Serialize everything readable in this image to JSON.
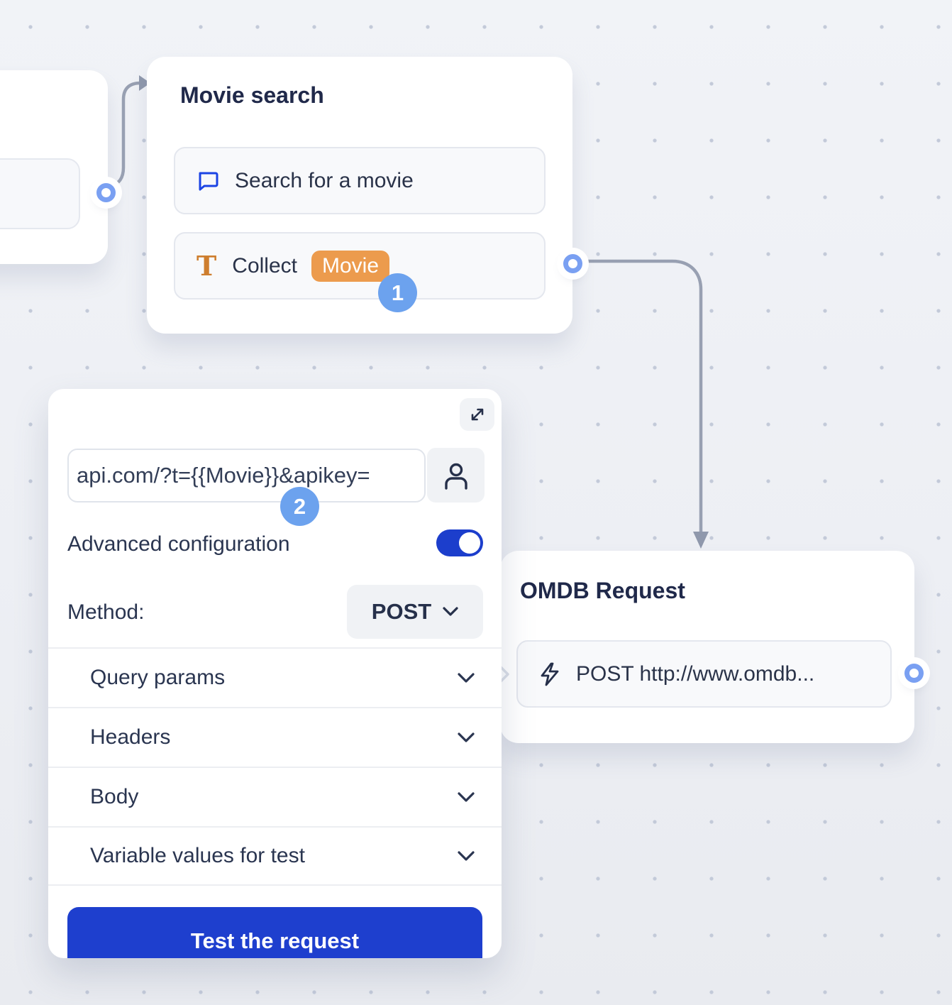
{
  "movie_search_node": {
    "title": "Movie search",
    "row_message": {
      "label": "Search for a movie"
    },
    "row_collect": {
      "icon_glyph": "T",
      "label": "Collect",
      "variable": "Movie"
    }
  },
  "annotations": {
    "step1": "1",
    "step2": "2"
  },
  "webhook_panel": {
    "url_value": "api.com/?t={{Movie}}&apikey=",
    "advanced_label": "Advanced configuration",
    "method_label": "Method:",
    "method_value": "POST",
    "accordions": [
      "Query params",
      "Headers",
      "Body",
      "Variable values for test"
    ],
    "test_button": "Test the request"
  },
  "omdb_node": {
    "title": "OMDB Request",
    "row_label": "POST http://www.omdb..."
  },
  "colors": {
    "accent_blue": "#1E3FCE",
    "badge_orange": "#EC9B4D",
    "annotation_blue": "#6CA2EE",
    "connector_blue": "#7AA0F2",
    "edge_gray": "#98A0B2",
    "canvas_dot": "#C3CAD9"
  }
}
